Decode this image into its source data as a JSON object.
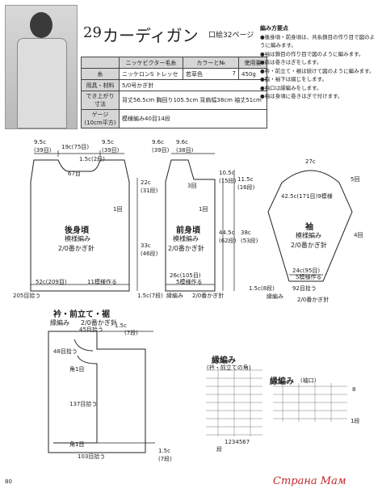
{
  "header": {
    "number": "29",
    "title": "カーディガン",
    "reference": "口絵32ページ",
    "page_number": "80",
    "watermark": "Страна Мам"
  },
  "spec_table": {
    "col_headers": [
      "ニッケビクター毛糸",
      "カラーと№",
      "使用量"
    ],
    "rows": [
      {
        "label": "糸",
        "brand": "ニッケロンS トレッセ",
        "color": "若草色",
        "no": "7",
        "amount": "450g"
      },
      {
        "label": "用具・材料",
        "value": "5/0号かぎ針"
      },
      {
        "label": "でき上がり寸法",
        "value": "背丈56.5cm 胸回り105.5cm 背肩幅38cm 袖丈51cm"
      },
      {
        "label": "ゲージ(10cm平方)",
        "value": "模様編み40目14段"
      }
    ]
  },
  "points": {
    "heading": "編み方要点",
    "items": [
      "●後身頃・前身頃は、共糸鎖目の作り目で図のように編みます。",
      "●袖は鎖目の作り目で図のように編みます。",
      "●肩は巻きはぎをします。",
      "●衿・前立て・裾は続けて図のように編みます。",
      "●脇・袖下は綴じをします。",
      "●袖口は縁編みをします。",
      "●袖は身頃に巻きはぎで付けます。"
    ]
  },
  "back": {
    "name": "後身頃",
    "stitch": "模様編み",
    "needle": "2/0番かぎ針",
    "labels": [
      "9.5c",
      "(39目)",
      "19c(75目)",
      "9.5c",
      "(39目)",
      "1.5c(2段)",
      "67目",
      "22c",
      "(31段)",
      "1回",
      "33c",
      "(46段)",
      "52c(209目)",
      "11模様作る",
      "205目拾う",
      "1.5c(7段)"
    ]
  },
  "front": {
    "name": "前身頃",
    "stitch": "模様編み",
    "needle": "2/0番かぎ針",
    "labels": [
      "9.6c",
      "(39目)",
      "9.6c",
      "(38目)",
      "3回",
      "10.5c",
      "(15段)",
      "11.5c",
      "(16段)",
      "1回",
      "44.5c",
      "(62段)",
      "38c",
      "(53段)",
      "26c(105目)",
      "5模様作る",
      "縁編み",
      "2/0番かぎ針",
      "1.5c(8段)"
    ]
  },
  "sleeve": {
    "name": "袖",
    "stitch": "模様編み",
    "needle": "2/0番かぎ針",
    "labels": [
      "27c",
      "5回",
      "42.5c(171目)9模様",
      "4回",
      "24c(95目)",
      "5模様作る",
      "92目拾う",
      "縁編み",
      "2/0番かぎ針"
    ]
  },
  "collar": {
    "name": "衿・前立て・裾",
    "stitch": "縁編み",
    "needle": "2/0番かぎ針",
    "labels": [
      "1.5c",
      "(7段)",
      "45目拾う",
      "48目拾う",
      "角1目",
      "137目拾う",
      "角1目",
      "103目拾う",
      "1.5c",
      "(7段)"
    ]
  },
  "charts": {
    "collar_title": "縁編み",
    "collar_sub": "(衿・前立ての角)",
    "cuff_title": "縁編み",
    "cuff_sub": "(袖口)",
    "collar_rows": "1234567",
    "collar_row_label": "段",
    "cuff_row_top": "8",
    "cuff_row_bottom": "1段"
  }
}
